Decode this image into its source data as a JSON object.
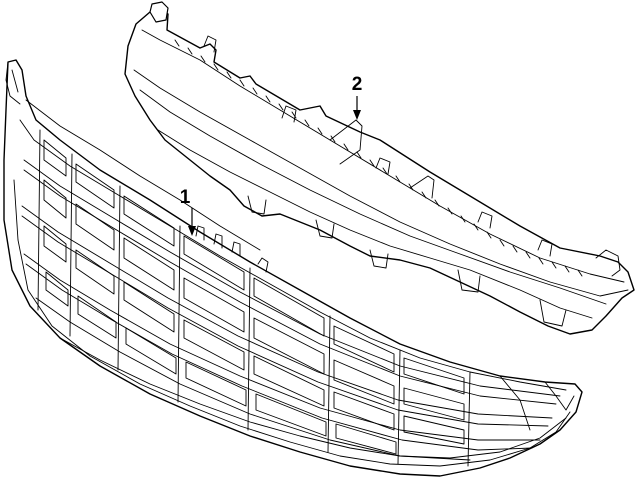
{
  "callouts": [
    {
      "id": "1",
      "label": "1",
      "part": "grille"
    },
    {
      "id": "2",
      "label": "2",
      "part": "upper-reinforcement-bracket"
    }
  ],
  "colors": {
    "line": "#000000",
    "background": "#ffffff"
  }
}
